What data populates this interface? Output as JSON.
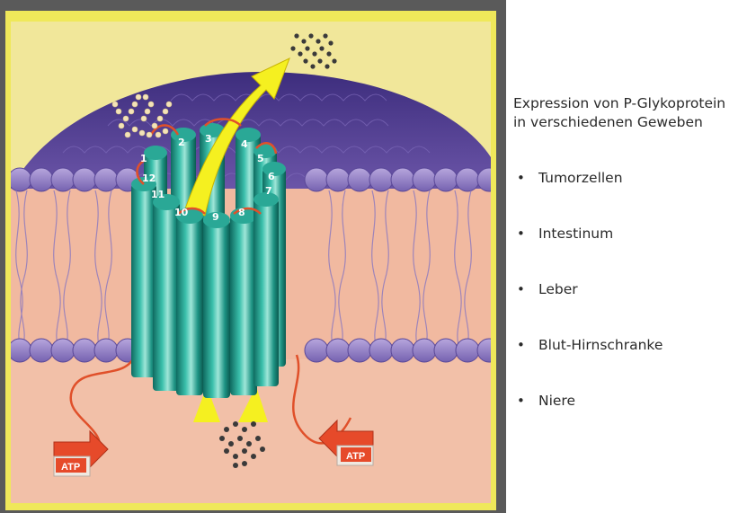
{
  "figure": {
    "helix_numbers": [
      "1",
      "2",
      "3",
      "4",
      "5",
      "6",
      "7",
      "8",
      "9",
      "10",
      "11",
      "12"
    ],
    "atp_left": "ATP",
    "atp_right": "ATP"
  },
  "side": {
    "title_line1": "Expression von P-Glykoprotein",
    "title_line2": "in verschiedenen Geweben",
    "tissues": [
      "Tumorzellen",
      "Intestinum",
      "Leber",
      "Blut-Hirnschranke",
      "Niere"
    ]
  },
  "colors": {
    "frame_yellow": "#efe85a",
    "extracellular": "#4b3a8c",
    "membrane_pink": "#f0b9a0",
    "cytoplasm": "#f2c0a8",
    "transporter_teal": "#1f9a8a",
    "arrow_yellow": "#f5f020",
    "loop_red": "#e0502a",
    "atp_red": "#e64a2a"
  }
}
